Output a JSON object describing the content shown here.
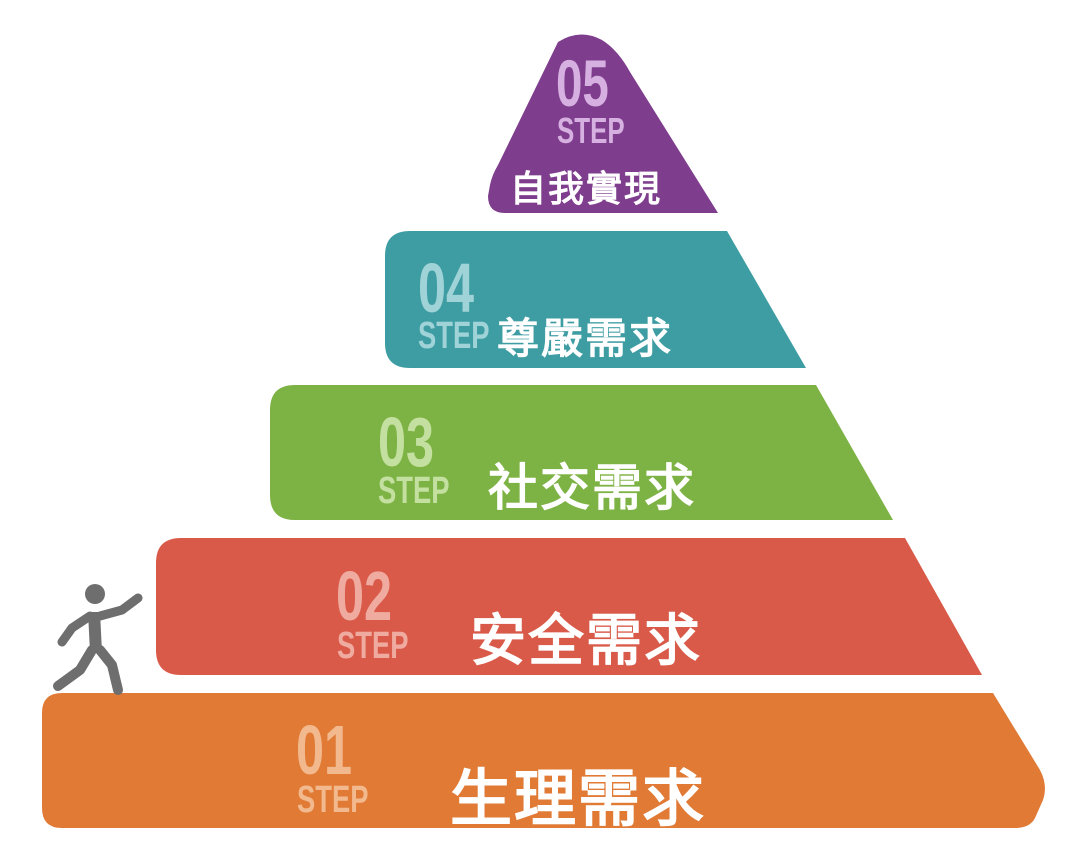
{
  "diagram": {
    "type": "pyramid",
    "title": "",
    "icon": "running-person-icon",
    "tiers": [
      {
        "level": 1,
        "number": "01",
        "step_label": "STEP",
        "label": "生理需求",
        "color": "#E07A35",
        "number_color": "#F2B98E"
      },
      {
        "level": 2,
        "number": "02",
        "step_label": "STEP",
        "label": "安全需求",
        "color": "#D95A48",
        "number_color": "#F0ABA0"
      },
      {
        "level": 3,
        "number": "03",
        "step_label": "STEP",
        "label": "社交需求",
        "color": "#7DB244",
        "number_color": "#C4E0A0"
      },
      {
        "level": 4,
        "number": "04",
        "step_label": "STEP",
        "label": "尊嚴需求",
        "color": "#3E9DA3",
        "number_color": "#9FD3D8"
      },
      {
        "level": 5,
        "number": "05",
        "step_label": "STEP",
        "label": "自我實現",
        "color": "#7E3D8D",
        "number_color": "#D6B0E0"
      }
    ],
    "runner_color": "#6E6E6E"
  }
}
